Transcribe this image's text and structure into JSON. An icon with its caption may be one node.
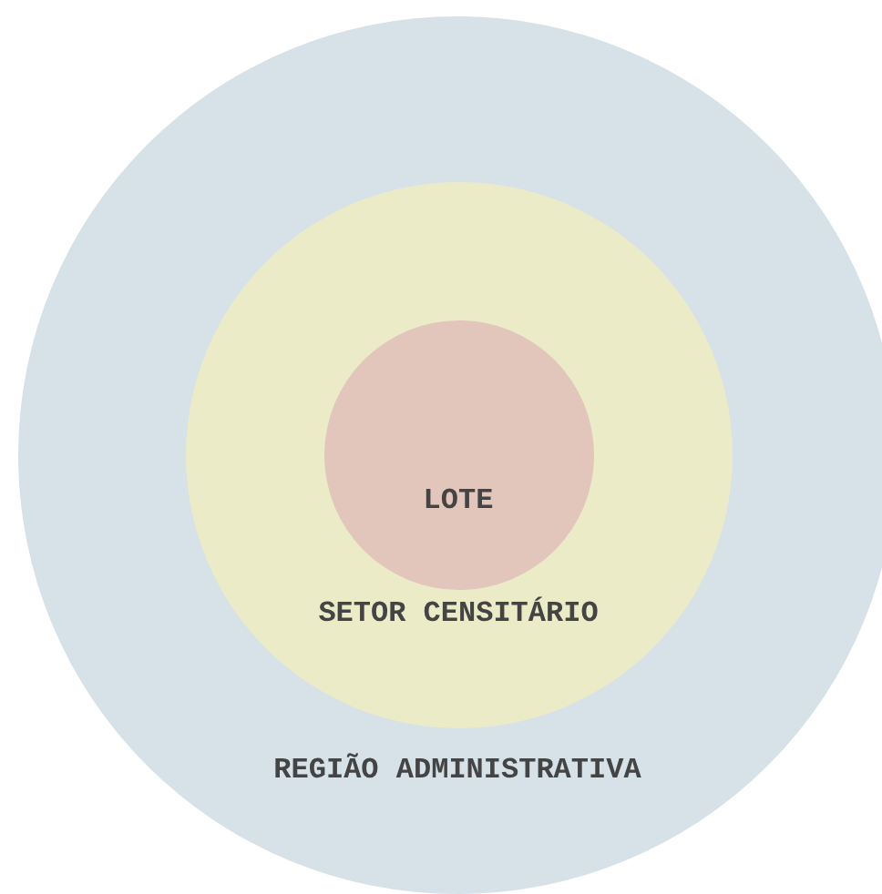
{
  "diagram": {
    "nodes": [
      {
        "text": [
          "REGIÃO ADMINISTRATIVA"
        ]
      },
      {
        "text": [
          "SETOR CENSITÁRIO"
        ],
        "in": 0
      },
      {
        "text": [
          "LOTE"
        ],
        "in": 1
      }
    ]
  }
}
